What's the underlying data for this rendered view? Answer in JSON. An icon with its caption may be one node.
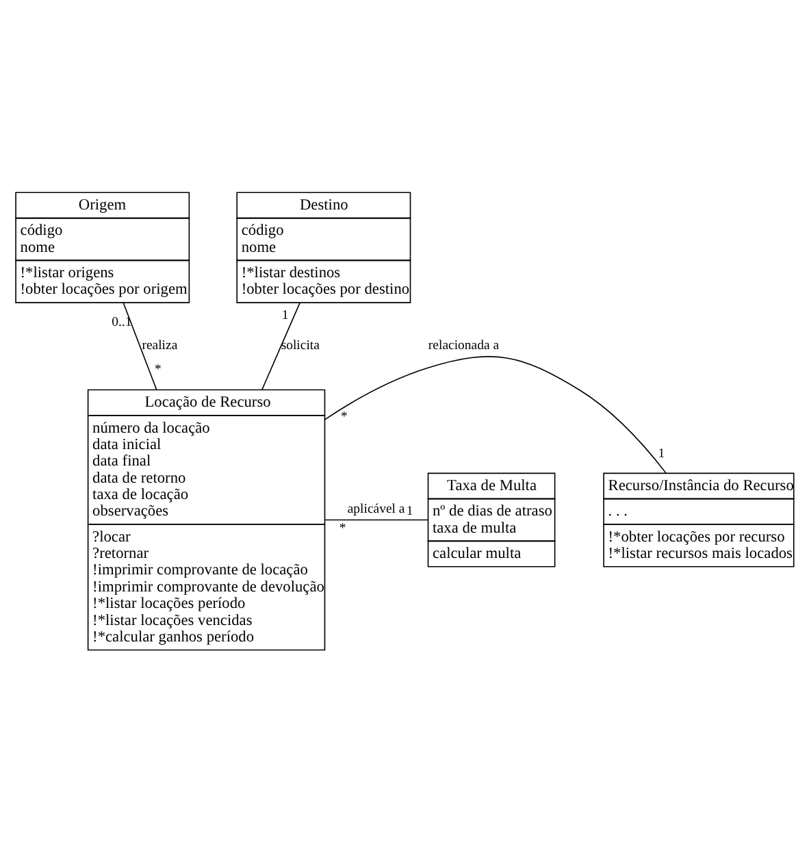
{
  "diagram": {
    "nodes": [
      {
        "text": [
          "Origem",
          "código",
          "nome",
          "!*listar origens",
          "!obter locações por origem"
        ]
      },
      {
        "text": [
          "Destino",
          "código",
          "nome",
          "!*listar destinos",
          "!obter locações por destino"
        ]
      },
      {
        "text": [
          "Locação de Recurso",
          "número da locação",
          "data inicial",
          "data final",
          "data de retorno",
          "taxa de locação",
          "observações",
          "?locar",
          "?retornar",
          "!imprimir comprovante de locação",
          "!imprimir comprovante de devolução",
          "!*listar locações período",
          "!*listar locações vencidas",
          "!*calcular ganhos período"
        ]
      },
      {
        "text": [
          "Recurso/Instância do Recurso",
          ". . .",
          "!*obter locações por recurso",
          "!*listar recursos mais locados"
        ]
      },
      {
        "text": [
          "Taxa de Multa",
          "nº de dias de atraso",
          "taxa de multa",
          "calcular multa"
        ]
      }
    ],
    "edges": [
      {
        "from": 0,
        "to": 2,
        "arrow": "none",
        "label": "realiza"
      },
      {
        "from": 1,
        "to": 2,
        "arrow": "none",
        "label": "solicita"
      },
      {
        "from": 2,
        "to": 3,
        "arrow": "none",
        "label": "relacionada a"
      },
      {
        "from": 2,
        "to": 4,
        "arrow": "none",
        "label": "aplicável a"
      }
    ],
    "labels": [
      "0..1",
      "1",
      "*",
      "*",
      "1",
      "*",
      "1"
    ]
  }
}
